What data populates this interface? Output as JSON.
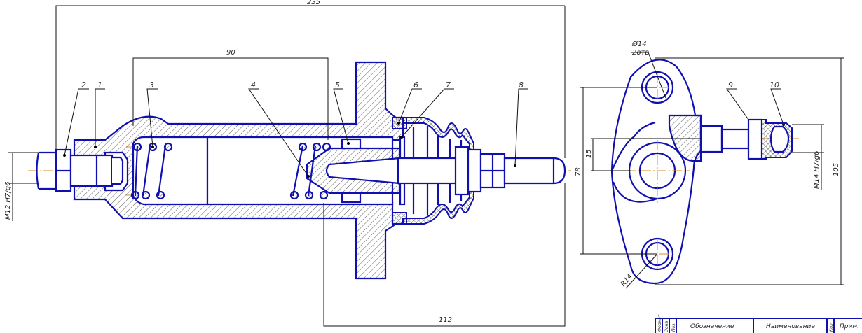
{
  "dimensions": {
    "overall_length": "235",
    "spring_length": "90",
    "flange_to_end": "112",
    "inlet_thread": "М12 Н7/g6",
    "hole_spacing": "78",
    "fitting_offset": "15",
    "fitting_thread": "М14 Н7/g6",
    "flange_height": "105",
    "hole_diameter": "Ø14",
    "hole_count": "2отв",
    "radius": "R14"
  },
  "positions": [
    "1",
    "2",
    "3",
    "4",
    "5",
    "6",
    "7",
    "8",
    "9",
    "10"
  ],
  "title_block": {
    "format": "Формат",
    "zone": "Зона",
    "pos": "Поз.",
    "designation": "Обозначение",
    "name": "Наименование",
    "qty": "Кол.",
    "note": "Прим."
  },
  "colors": {
    "outline": "#1010b0",
    "axis": "#e08a20",
    "dim": "#111111"
  }
}
